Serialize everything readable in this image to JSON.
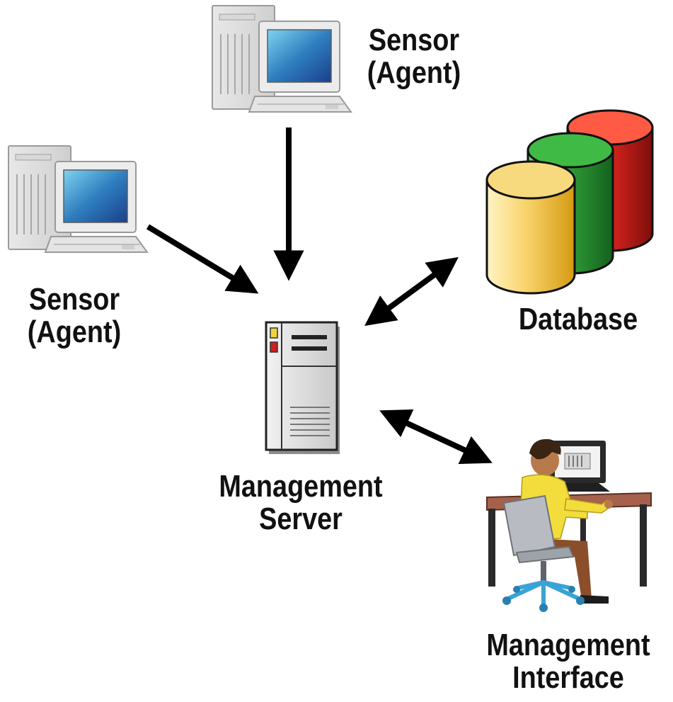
{
  "nodes": {
    "sensor_top": {
      "line1": "Sensor",
      "line2": "(Agent)",
      "icon": "workstation-icon"
    },
    "sensor_left": {
      "line1": "Sensor",
      "line2": "(Agent)",
      "icon": "workstation-icon"
    },
    "database": {
      "line1": "Database",
      "icon": "database-cylinders-icon"
    },
    "management_server": {
      "line1": "Management",
      "line2": "Server",
      "icon": "server-tower-icon"
    },
    "management_interface": {
      "line1": "Management",
      "line2": "Interface",
      "icon": "person-at-desk-icon"
    }
  },
  "edges": [
    {
      "from": "Sensor (Agent)",
      "to": "Management Server",
      "direction": "one-way"
    },
    {
      "from": "Sensor (Agent)",
      "to": "Management Server",
      "direction": "one-way"
    },
    {
      "from": "Management Server",
      "to": "Database",
      "direction": "two-way"
    },
    {
      "from": "Management Server",
      "to": "Management Interface",
      "direction": "two-way"
    }
  ],
  "colors": {
    "db_yellow": "#f6c343",
    "db_green": "#2f9a37",
    "db_red": "#d8231e",
    "monitor_screen": "#3a7fb8",
    "arrow": "#000000",
    "chair": "#b8bcc2",
    "shirt": "#f2dd3d"
  }
}
